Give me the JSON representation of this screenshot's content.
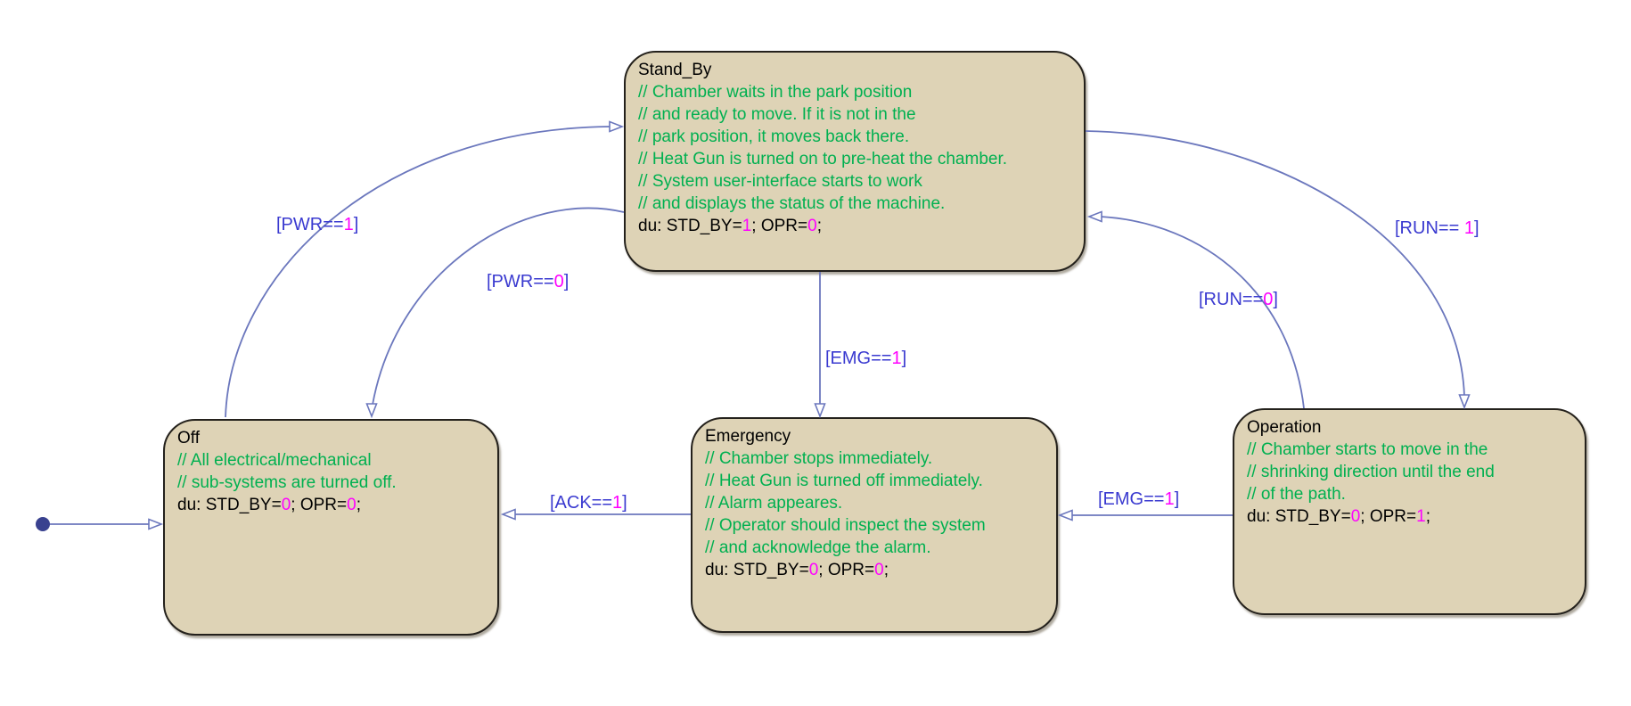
{
  "diagram": {
    "type": "stateflow-state-machine",
    "background": "#ffffff"
  },
  "colors": {
    "state_fill": "#ded3b6",
    "state_border": "#24211c",
    "comment_green": "#00b050",
    "number_magenta": "#ff00ff",
    "guard_blue": "#3a3ad0",
    "wire_blue": "#6b77bd",
    "init_dot": "#39418f",
    "state_text": "#000000"
  },
  "states": {
    "stand_by": {
      "name": "Stand_By",
      "comments": [
        "// Chamber waits in the park position",
        "// and ready to move. If it is not in the",
        "// park position, it moves back there.",
        "// Heat Gun is turned on to pre-heat the chamber.",
        "// System user-interface starts to work",
        "// and displays the status of the machine."
      ],
      "du_prefix": "du: STD_BY=",
      "std_by_value": "1",
      "du_mid": "; OPR=",
      "opr_value": "0",
      "du_suffix": ";"
    },
    "off": {
      "name": "Off",
      "comments": [
        "// All electrical/mechanical",
        "// sub-systems are turned off."
      ],
      "du_prefix": "du: STD_BY=",
      "std_by_value": "0",
      "du_mid": "; OPR=",
      "opr_value": "0",
      "du_suffix": ";"
    },
    "emergency": {
      "name": "Emergency",
      "comments": [
        "// Chamber stops immediately.",
        "// Heat Gun is turned off immediately.",
        "// Alarm appeares.",
        "// Operator should inspect the system",
        "// and acknowledge the alarm."
      ],
      "du_prefix": "du: STD_BY=",
      "std_by_value": "0",
      "du_mid": "; OPR=",
      "opr_value": "0",
      "du_suffix": ";"
    },
    "operation": {
      "name": "Operation",
      "comments": [
        "// Chamber starts to move in the",
        "// shrinking direction until the end",
        "// of the path."
      ],
      "du_prefix": "du: STD_BY=",
      "std_by_value": "0",
      "du_mid": "; OPR=",
      "opr_value": "1",
      "du_suffix": ";"
    }
  },
  "transitions": {
    "off_to_standby": {
      "prefix": "[PWR==",
      "value": "1",
      "suffix": "]"
    },
    "standby_to_off": {
      "prefix": "[PWR==",
      "value": "0",
      "suffix": "]"
    },
    "standby_to_emergency": {
      "prefix": "[EMG==",
      "value": "1",
      "suffix": "]"
    },
    "standby_to_operation": {
      "prefix": "[RUN== ",
      "value": "1",
      "suffix": "]"
    },
    "operation_to_standby": {
      "prefix": "[RUN==",
      "value": "0",
      "suffix": "]"
    },
    "emergency_to_off": {
      "prefix": "[ACK==",
      "value": "1",
      "suffix": "]"
    },
    "operation_to_emergency": {
      "prefix": "[EMG==",
      "value": "1",
      "suffix": "]"
    }
  }
}
